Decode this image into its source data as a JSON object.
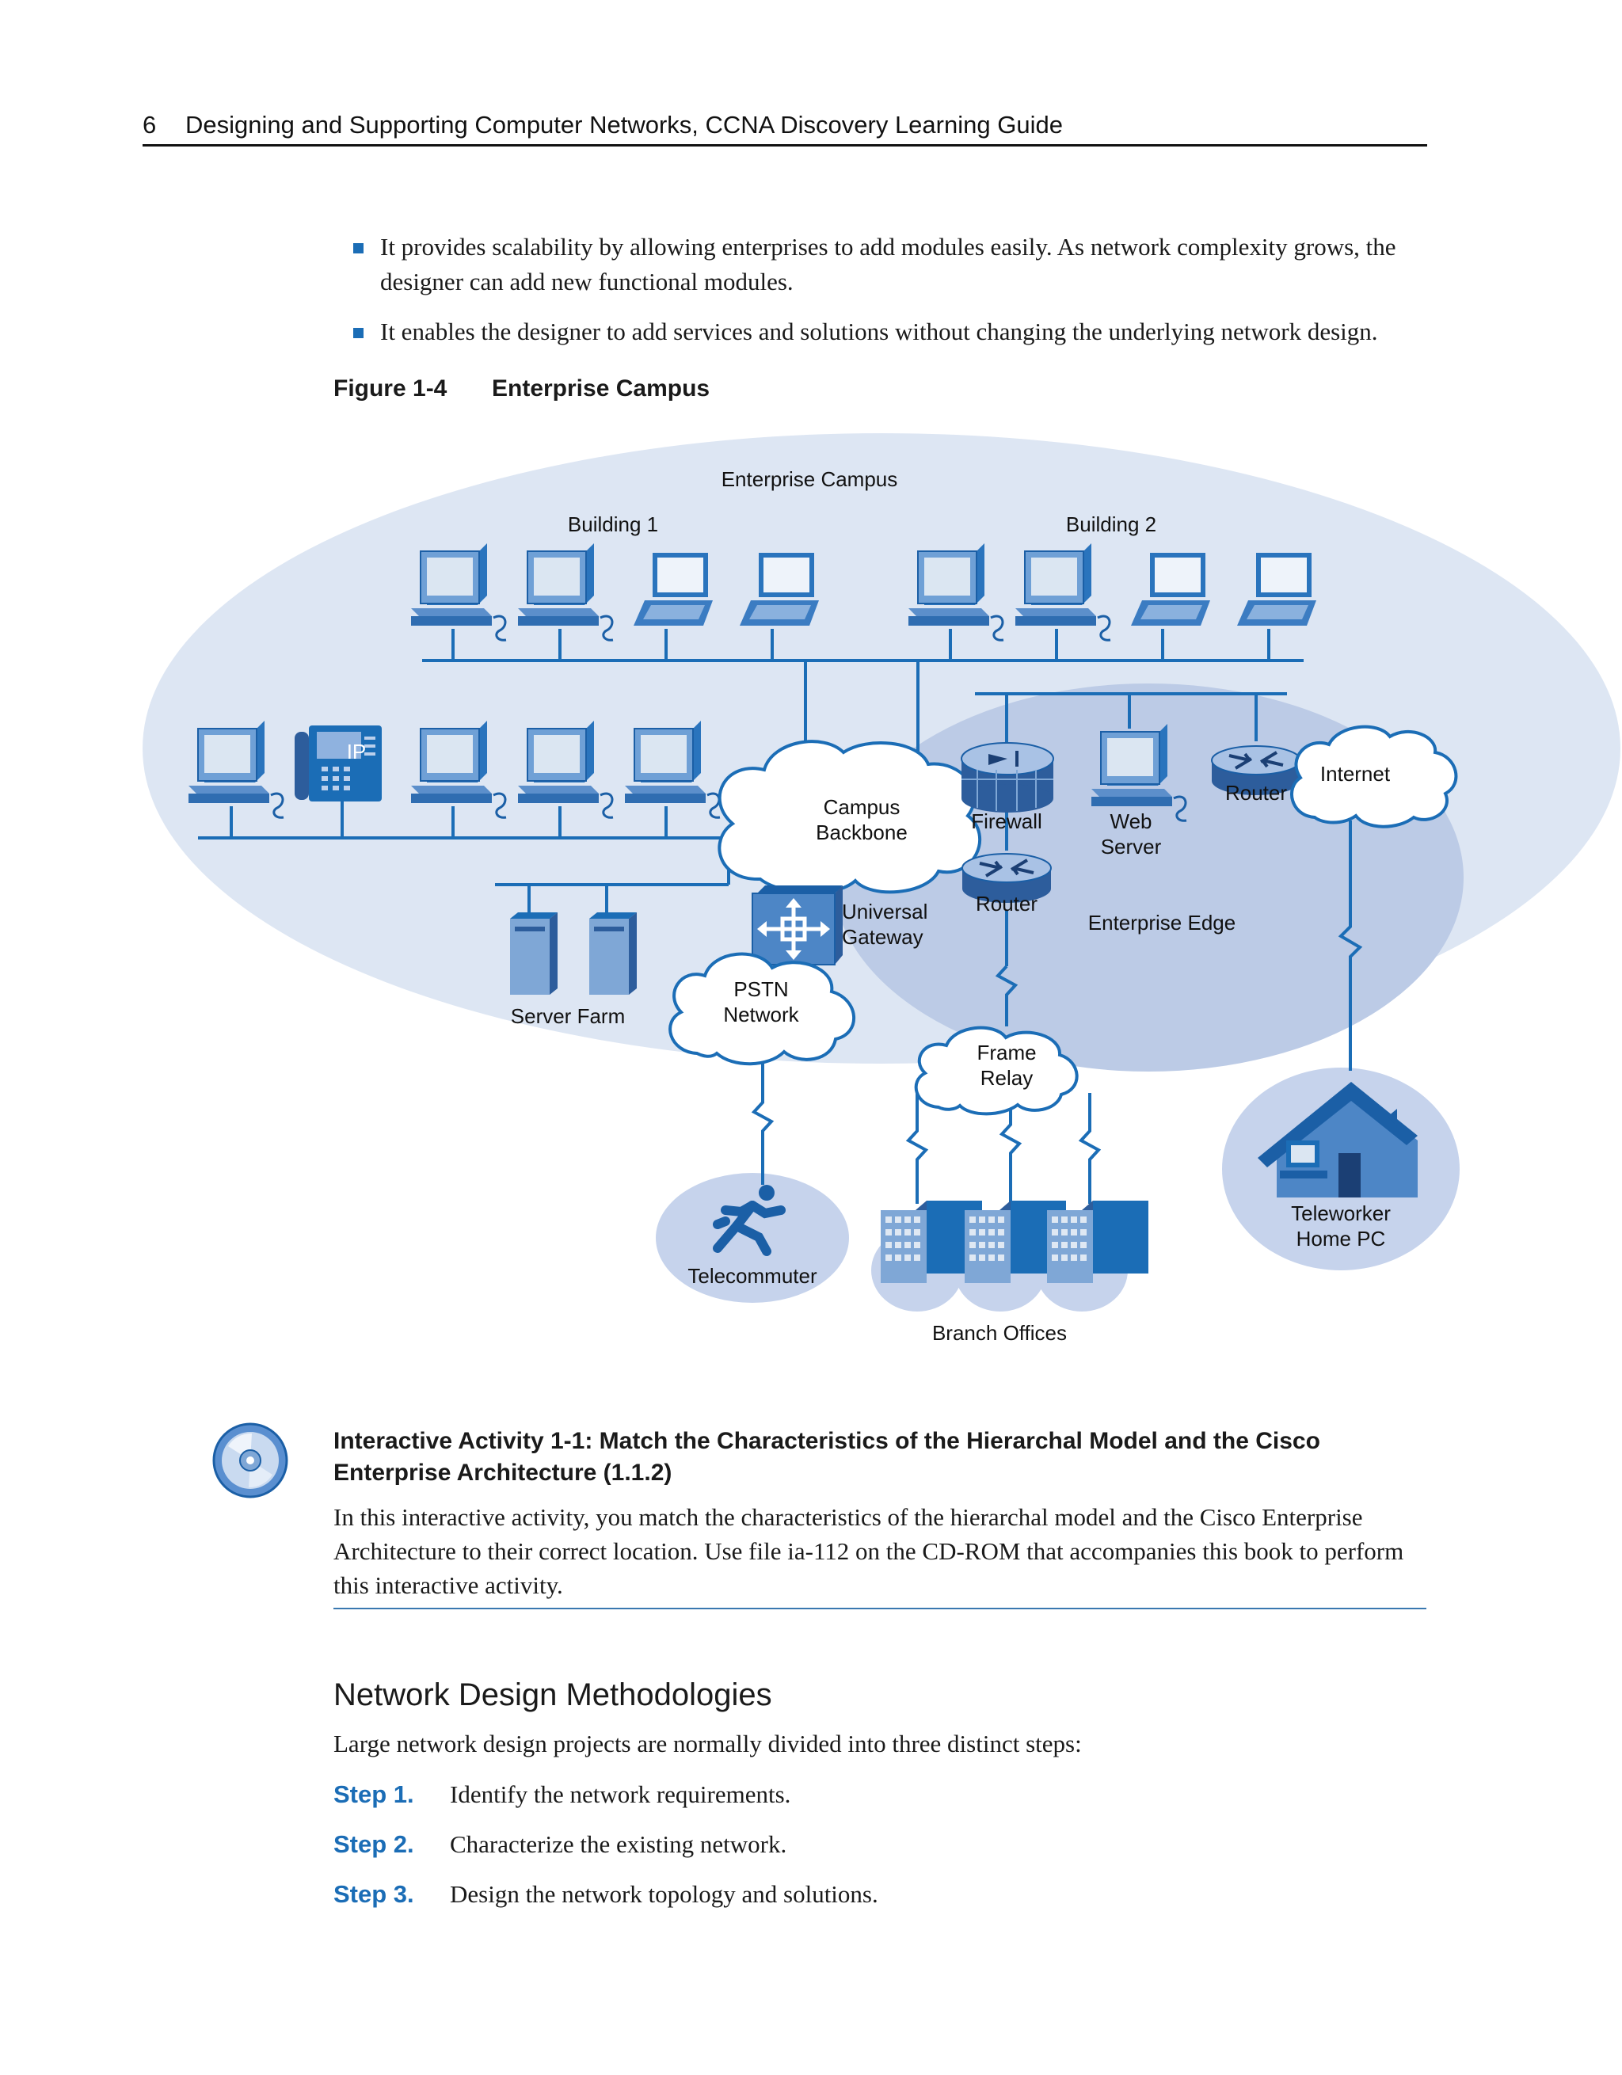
{
  "header": {
    "page_number": "6",
    "book_title": "Designing and Supporting Computer Networks, CCNA Discovery Learning Guide"
  },
  "bullets": [
    "It provides scalability by allowing enterprises to add modules easily. As network complexity grows, the designer can add new functional modules.",
    "It enables the designer to add services and solutions without changing the underlying network design."
  ],
  "figure": {
    "label": "Figure 1-4",
    "title": "Enterprise Campus",
    "diagram": {
      "enterprise_campus": "Enterprise Campus",
      "building_1": "Building 1",
      "building_2": "Building 2",
      "ip_phone": "IP",
      "campus_backbone": [
        "Campus",
        "Backbone"
      ],
      "firewall": "Firewall",
      "web_server": [
        "Web",
        "Server"
      ],
      "router_top": "Router",
      "internet": "Internet",
      "router_mid": "Router",
      "universal_gateway": [
        "Universal",
        "Gateway"
      ],
      "enterprise_edge": "Enterprise Edge",
      "server_farm": "Server Farm",
      "pstn": [
        "PSTN",
        "Network"
      ],
      "frame_relay": [
        "Frame",
        "Relay"
      ],
      "teleworker": [
        "Teleworker",
        "Home PC"
      ],
      "telecommuter": "Telecommuter",
      "branch_offices": "Branch Offices"
    },
    "colors": {
      "device_blue": "#1b6db6",
      "campus_fill": "#dde6f3",
      "edge_fill": "#bccbe6",
      "line": "#1b6db6"
    }
  },
  "activity": {
    "icon": "cd-rom-icon",
    "title": "Interactive Activity 1-1: Match the Characteristics of the Hierarchal Model and the Cisco Enterprise Architecture (1.1.2)",
    "body": "In this interactive activity, you match the characteristics of the hierarchal model and the Cisco Enterprise Architecture to their correct location. Use file ia-112 on the CD-ROM that accompanies this book to perform this interactive activity."
  },
  "section": {
    "heading": "Network Design Methodologies",
    "intro": "Large network design projects are normally divided into three distinct steps:",
    "steps": [
      {
        "label": "Step 1.",
        "text": "Identify the network requirements."
      },
      {
        "label": "Step 2.",
        "text": "Characterize the existing network."
      },
      {
        "label": "Step 3.",
        "text": "Design the network topology and solutions."
      }
    ]
  }
}
